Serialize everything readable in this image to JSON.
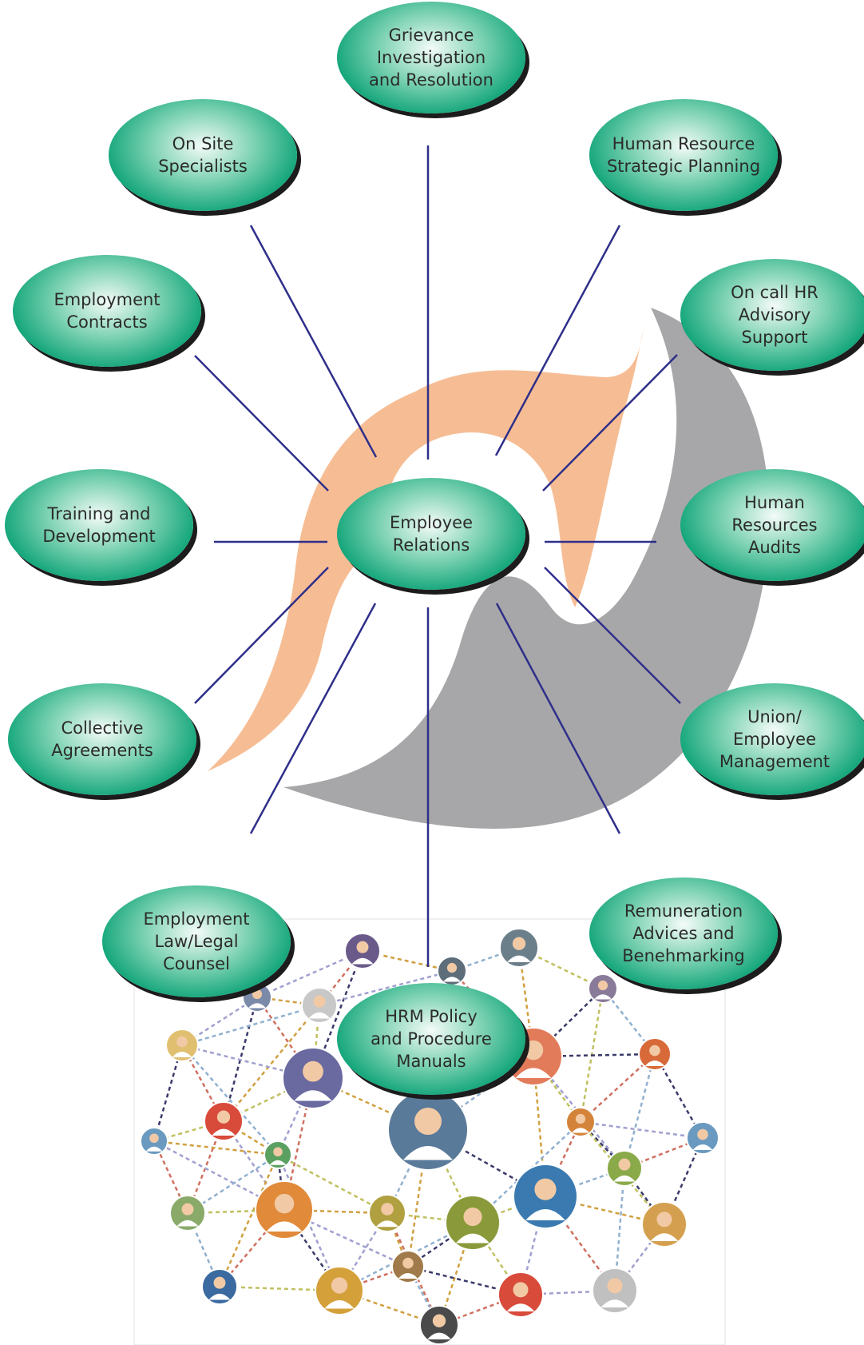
{
  "colors": {
    "line": "#2e2f8a",
    "node_green": "#17a77c",
    "swoosh_orange": "#f6bd94",
    "swoosh_gray": "#a7a7a9"
  },
  "center": {
    "label": "Employee\nRelations"
  },
  "nodes": [
    {
      "id": "grievance",
      "label": "Grievance\nInvestigation\nand Resolution"
    },
    {
      "id": "on-site",
      "label": "On Site\nSpecialists"
    },
    {
      "id": "hr-strategic",
      "label": "Human Resource\nStrategic Planning"
    },
    {
      "id": "employment-contracts",
      "label": "Employment\nContracts"
    },
    {
      "id": "on-call-hr",
      "label": "On call HR\nAdvisory\nSupport"
    },
    {
      "id": "training",
      "label": "Training and\nDevelopment"
    },
    {
      "id": "hr-audits",
      "label": "Human\nResources\nAudits"
    },
    {
      "id": "collective",
      "label": "Collective\nAgreements"
    },
    {
      "id": "union",
      "label": "Union/\nEmployee\nManagement"
    },
    {
      "id": "employment-law",
      "label": "Employment\nLaw/Legal\nCounsel"
    },
    {
      "id": "remuneration",
      "label": "Remuneration\nAdvices and\nBenehmarking"
    },
    {
      "id": "hrm-policy",
      "label": "HRM Policy\nand Procedure\nManuals"
    }
  ],
  "network_image": {
    "icon": "people-network-icon"
  }
}
